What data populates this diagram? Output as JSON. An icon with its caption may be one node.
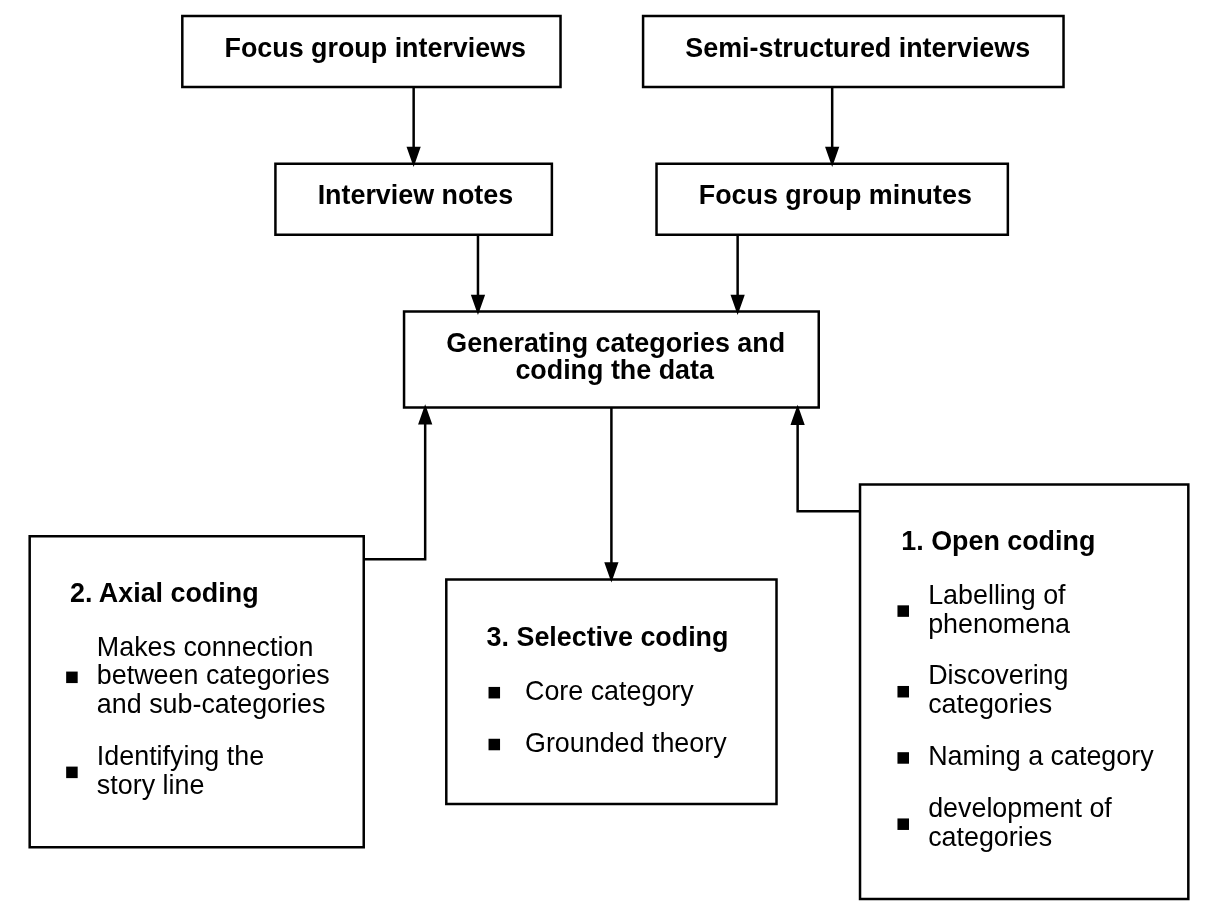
{
  "diagram": {
    "nodes": [
      {
        "text": [
          "Focus group interviews"
        ]
      },
      {
        "text": [
          "Semi-structured interviews"
        ]
      },
      {
        "text": [
          "Interview notes"
        ]
      },
      {
        "text": [
          "Focus group minutes"
        ]
      },
      {
        "text": [
          "Generating categories and coding the data"
        ]
      },
      {
        "text": [
          "2. Axial coding",
          "Makes connection between categories and sub-categories",
          "Identifying the story line"
        ]
      },
      {
        "text": [
          "3. Selective coding",
          "Core category",
          "Grounded theory"
        ]
      },
      {
        "text": [
          "1. Open coding",
          "Labelling of phenomena",
          "Discovering categories",
          "Naming a category",
          "development of categories"
        ]
      }
    ],
    "edges": [
      {
        "from": 0,
        "to": 2,
        "arrow": "to"
      },
      {
        "from": 1,
        "to": 3,
        "arrow": "to"
      },
      {
        "from": 2,
        "to": 4,
        "arrow": "to"
      },
      {
        "from": 3,
        "to": 4,
        "arrow": "to"
      },
      {
        "from": 5,
        "to": 4,
        "arrow": "to"
      },
      {
        "from": 7,
        "to": 4,
        "arrow": "to"
      },
      {
        "from": 4,
        "to": 6,
        "arrow": "to"
      }
    ]
  }
}
